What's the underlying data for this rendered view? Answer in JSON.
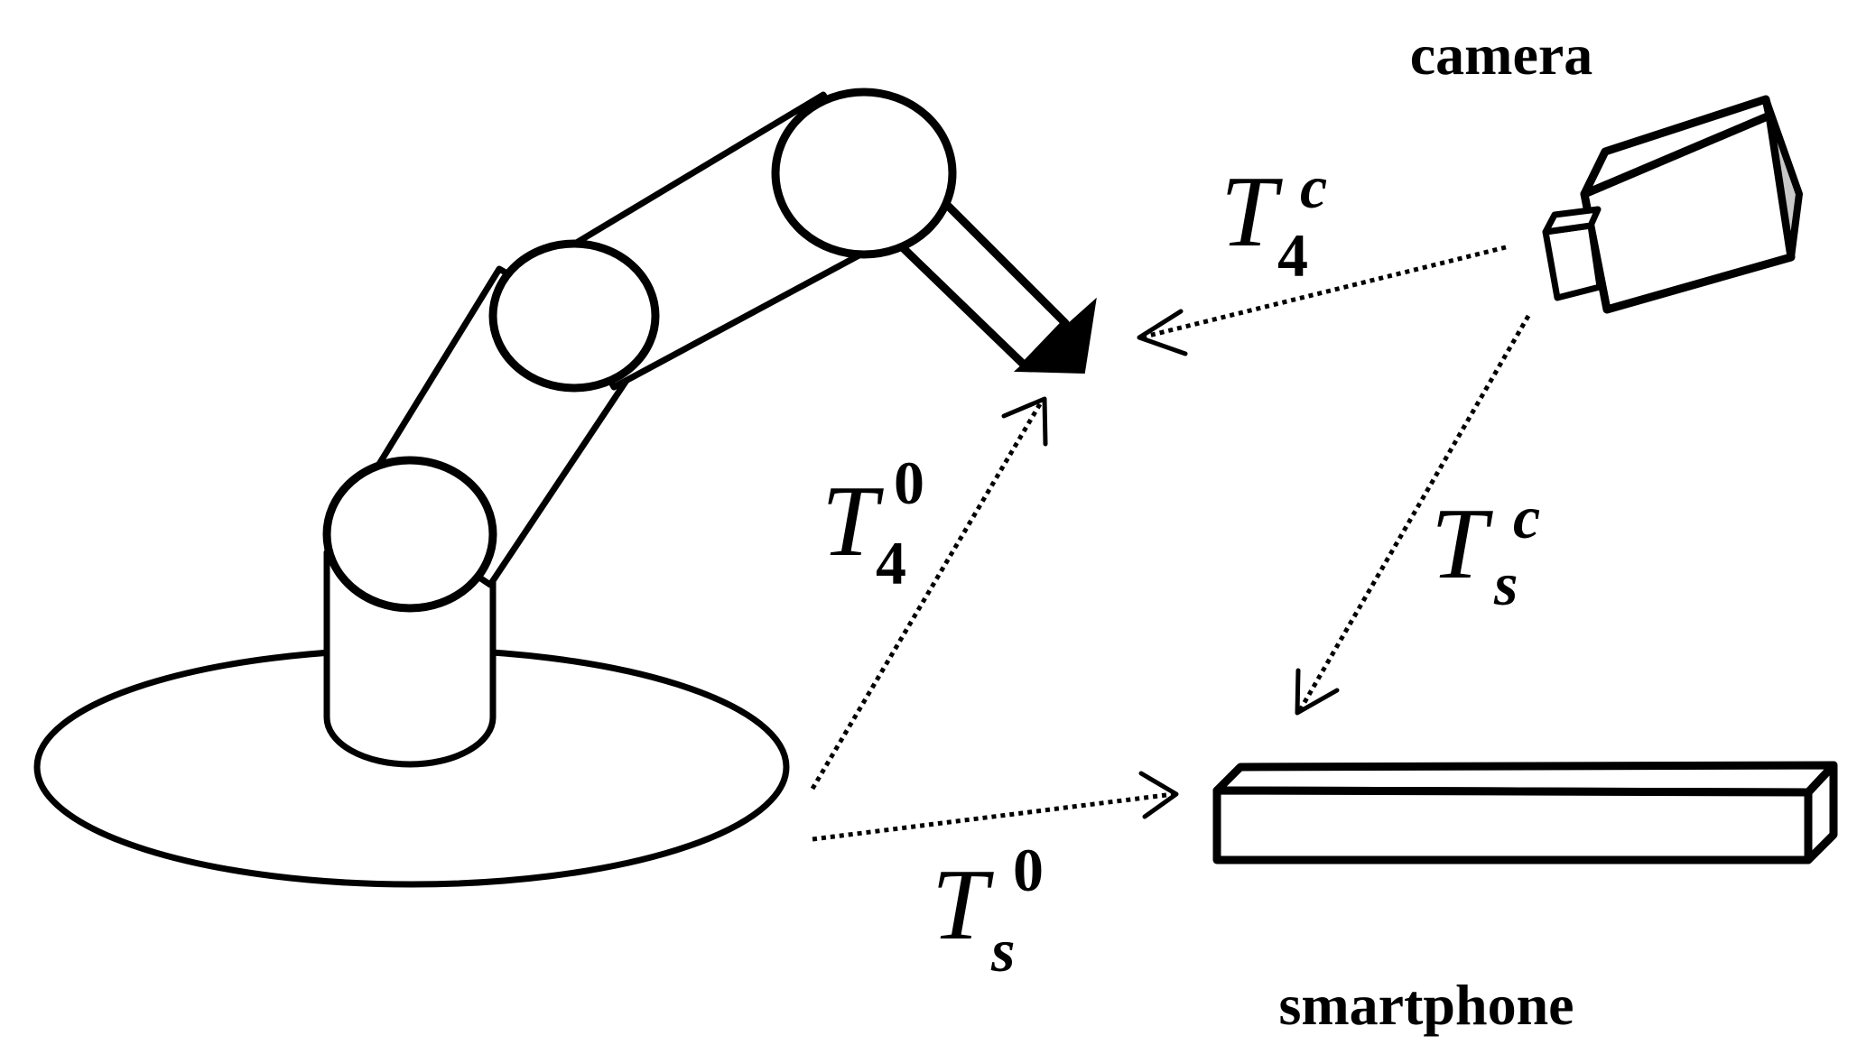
{
  "labels": {
    "camera": "camera",
    "smartphone": "smartphone"
  },
  "transforms": {
    "t4c": {
      "main": "T",
      "sup": "c",
      "sub": "4"
    },
    "t40": {
      "main": "T",
      "sup": "0",
      "sub": "4"
    },
    "tsc": {
      "main": "T",
      "sup": "c",
      "sub": "s"
    },
    "ts0": {
      "main": "T",
      "sup": "0",
      "sub": "s"
    }
  },
  "colors": {
    "stroke": "#000000",
    "background": "#ffffff",
    "camera_side_shade": "#c8c8c8"
  },
  "icons": {
    "robot_arm": "robot-arm-icon",
    "camera": "camera-icon",
    "smartphone": "smartphone-icon"
  }
}
